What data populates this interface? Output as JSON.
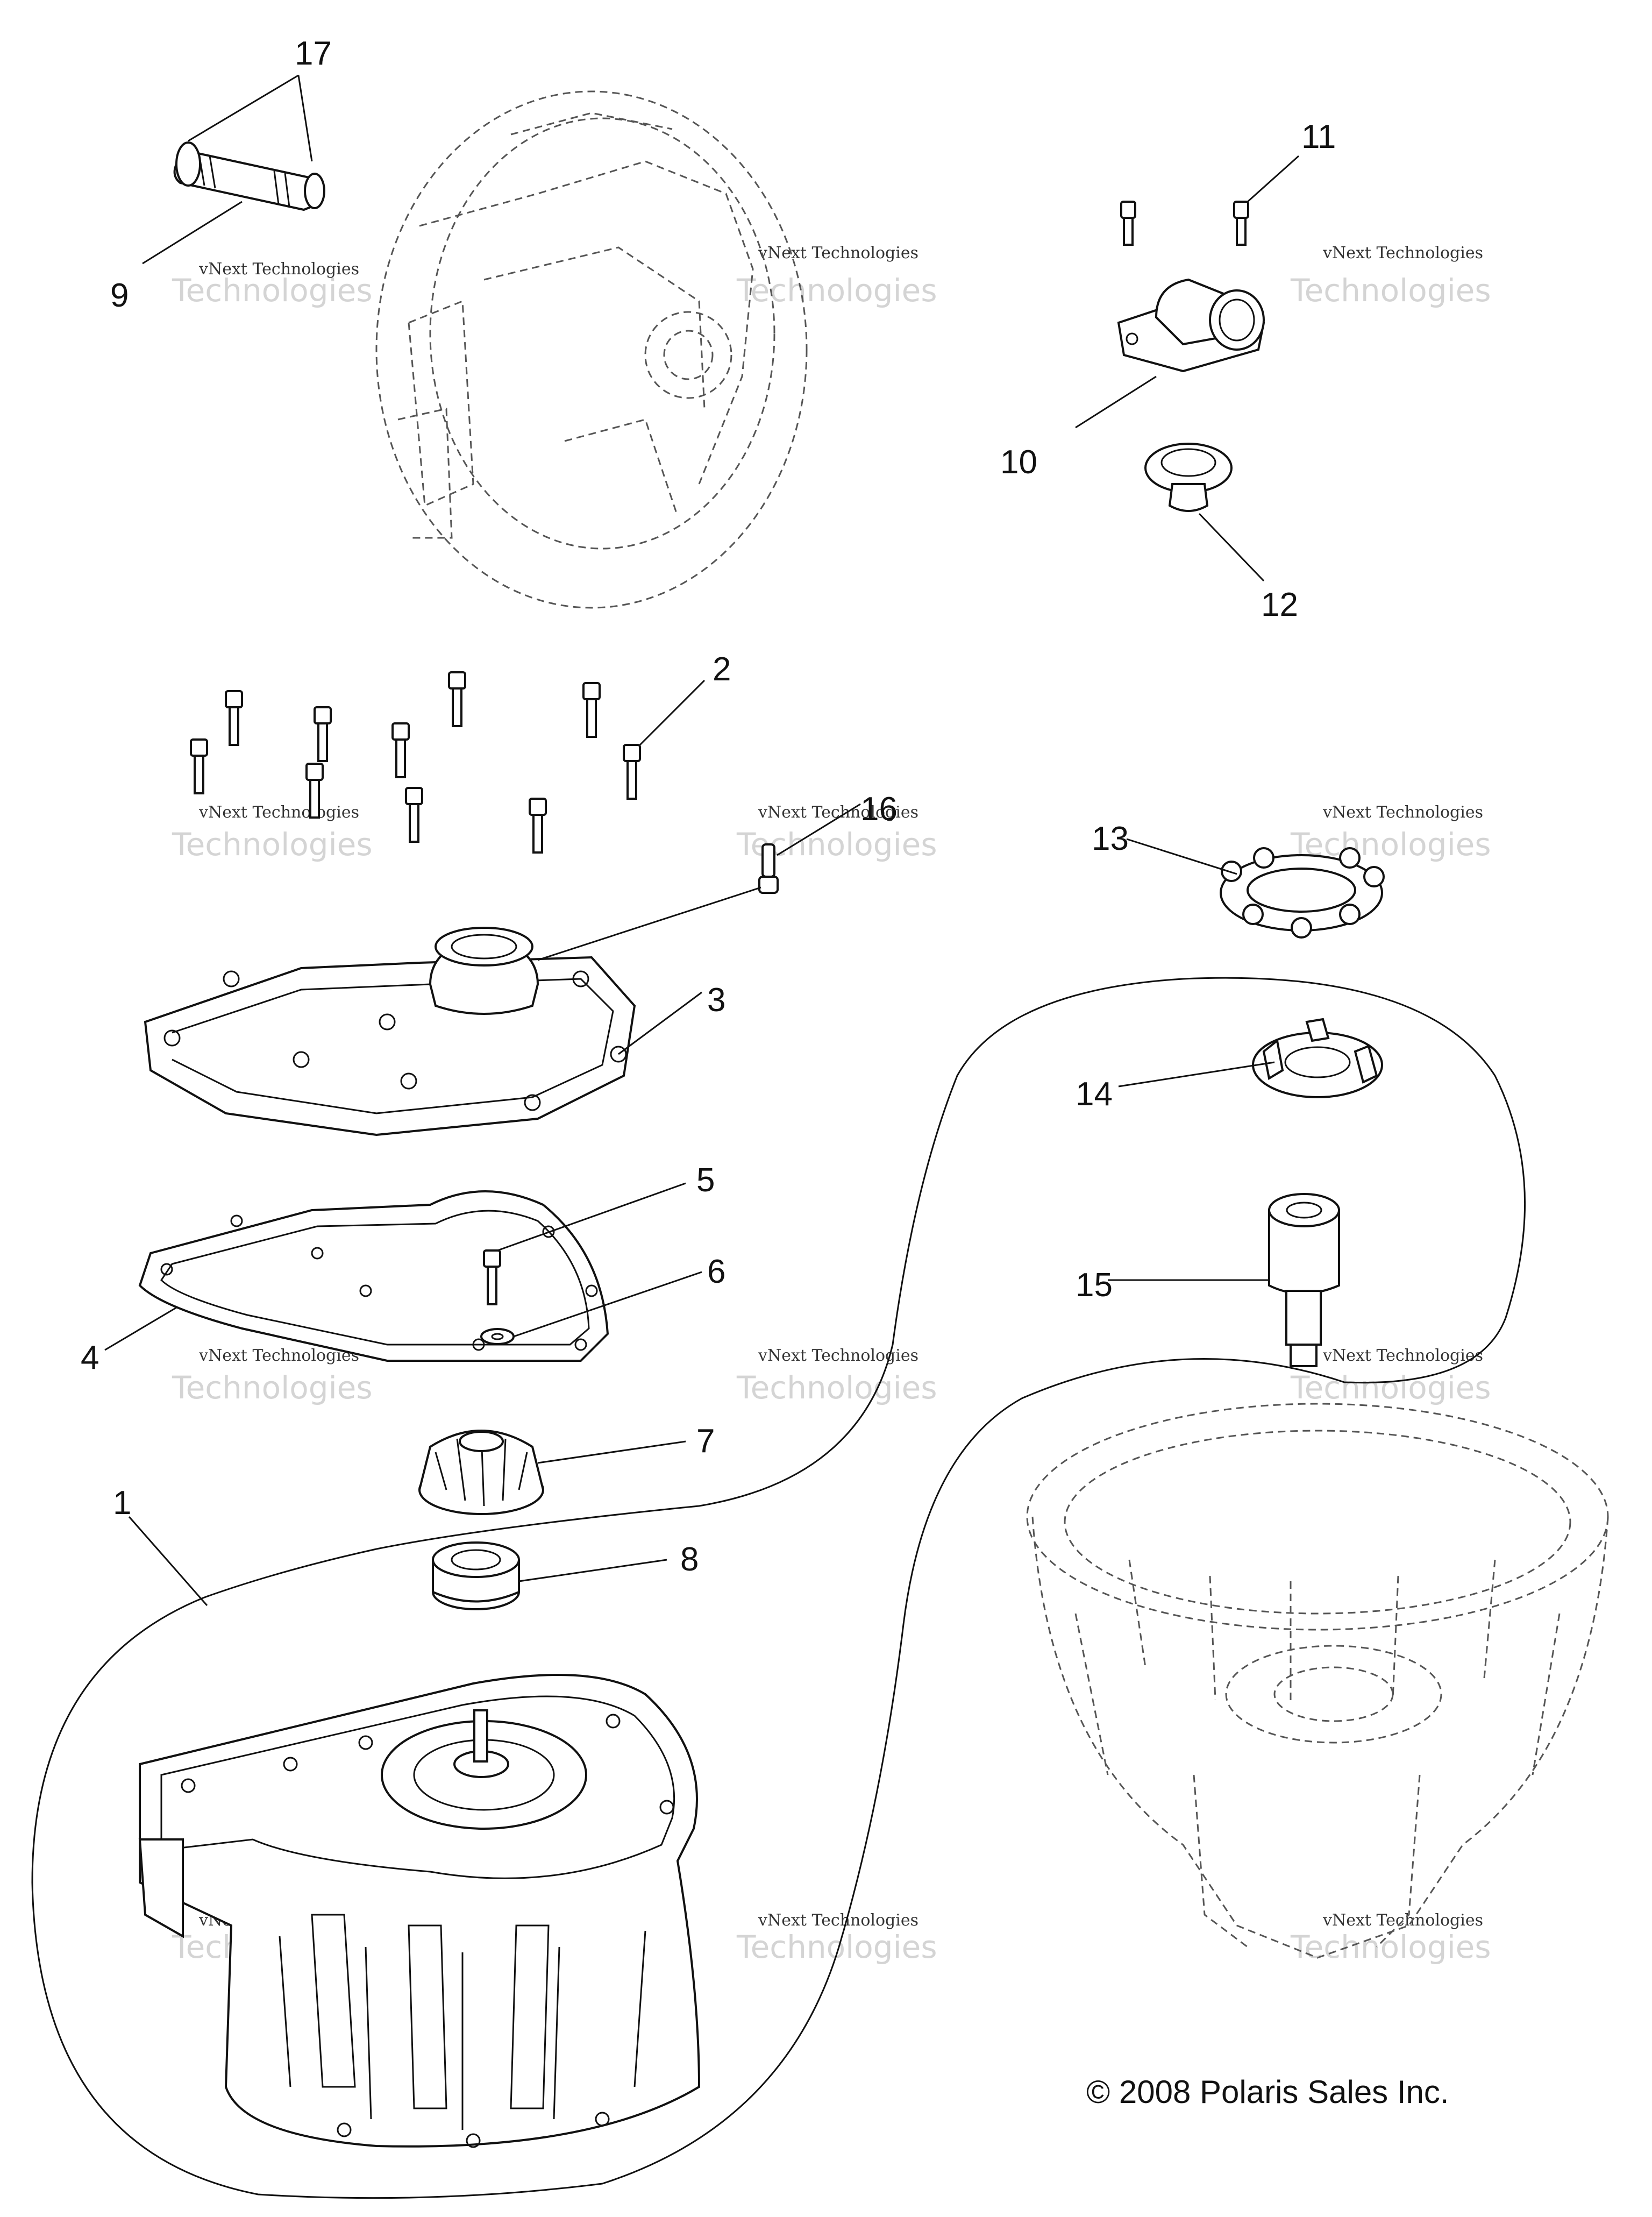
{
  "callouts": {
    "c1": "1",
    "c2": "2",
    "c3": "3",
    "c4": "4",
    "c5": "5",
    "c6": "6",
    "c7": "7",
    "c8": "8",
    "c9": "9",
    "c10": "10",
    "c11": "11",
    "c12": "12",
    "c13": "13",
    "c14": "14",
    "c15": "15",
    "c16": "16",
    "c17": "17"
  },
  "copyright": "© 2008 Polaris Sales Inc.",
  "watermark": {
    "line1": "vNext Technologies",
    "line2": "Technologies"
  }
}
